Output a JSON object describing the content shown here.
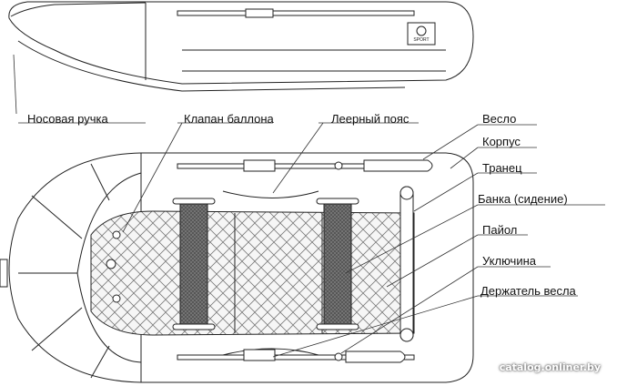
{
  "labels": {
    "bow_handle": "Носовая ручка",
    "valve": "Клапан баллона",
    "rope": "Леерный пояс",
    "oar": "Весло",
    "hull": "Корпус",
    "transom": "Транец",
    "seat": "Банка (сидение)",
    "floor": "Пайол",
    "oarlock": "Уключина",
    "oar_holder": "Держатель весла"
  },
  "logo_text": "SPORT",
  "watermark": "catalog.onliner.by"
}
